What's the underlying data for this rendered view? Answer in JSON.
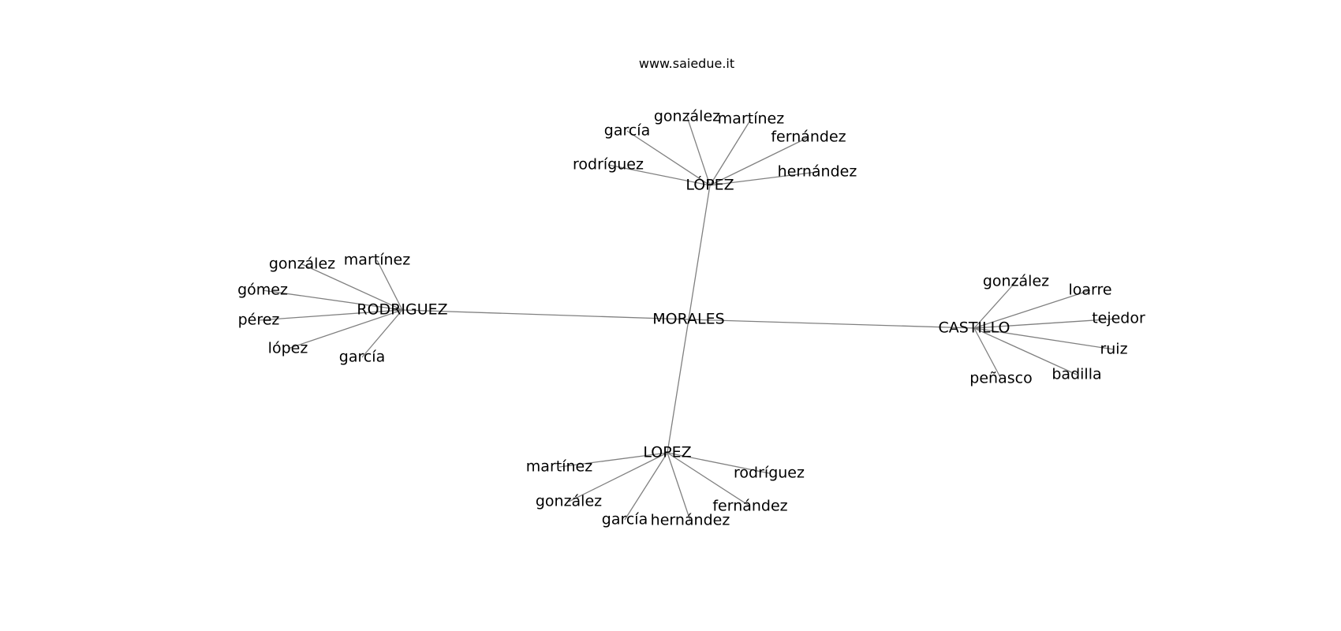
{
  "watermark": "www.saiedue.it",
  "graph": {
    "center": "MORALES",
    "hubs": [
      {
        "name": "LÓPEZ",
        "leaves": [
          "rodríguez",
          "garcía",
          "gonzález",
          "martínez",
          "fernández",
          "hernández"
        ]
      },
      {
        "name": "RODRIGUEZ",
        "leaves": [
          "gonzález",
          "martínez",
          "gómez",
          "pérez",
          "lópez",
          "garcía"
        ]
      },
      {
        "name": "CASTILLO",
        "leaves": [
          "gonzález",
          "loarre",
          "tejedor",
          "ruiz",
          "badilla",
          "peñasco"
        ]
      },
      {
        "name": "LOPEZ",
        "leaves": [
          "martínez",
          "gonzález",
          "garcía",
          "hernández",
          "fernández",
          "rodríguez"
        ]
      }
    ]
  }
}
